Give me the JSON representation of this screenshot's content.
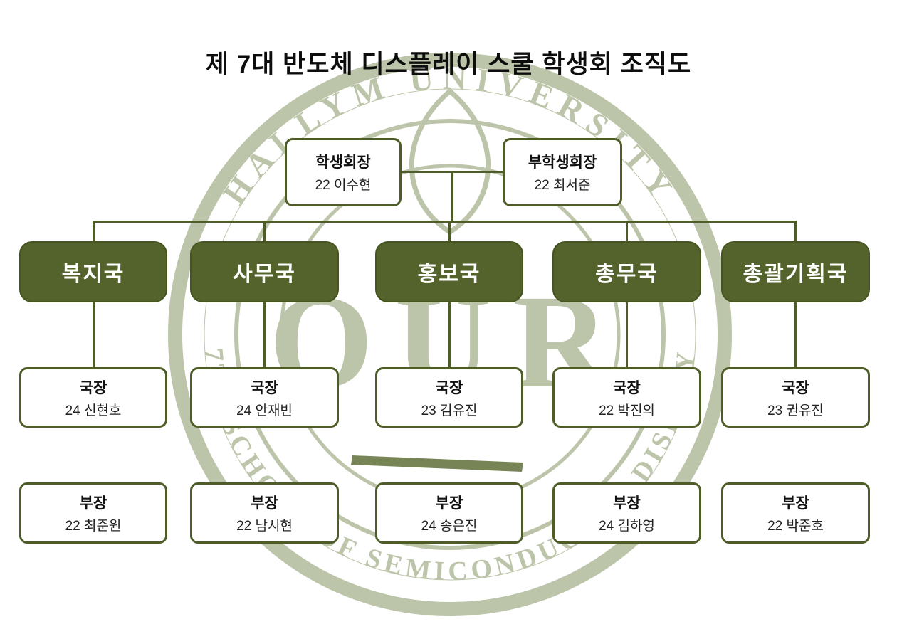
{
  "title": "제 7대 반도체 디스플레이 스쿨 학생회 조직도",
  "leadership": {
    "president": {
      "role": "학생회장",
      "name": "22 이수현"
    },
    "vice_president": {
      "role": "부학생회장",
      "name": "22 최서준"
    }
  },
  "departments": [
    {
      "name": "복지국",
      "director_role": "국장",
      "director_name": "24 신현호",
      "head_role": "부장",
      "head_name": "22 최준원"
    },
    {
      "name": "사무국",
      "director_role": "국장",
      "director_name": "24 안재빈",
      "head_role": "부장",
      "head_name": "22 남시현"
    },
    {
      "name": "홍보국",
      "director_role": "국장",
      "director_name": "23 김유진",
      "head_role": "부장",
      "head_name": "24 송은진"
    },
    {
      "name": "총무국",
      "director_role": "국장",
      "director_name": "22 박진의",
      "head_role": "부장",
      "head_name": "24 김하영"
    },
    {
      "name": "총괄기획국",
      "director_role": "국장",
      "director_name": "23 권유진",
      "head_role": "부장",
      "head_name": "22 박준호"
    }
  ],
  "watermark": {
    "top_arc_text": "HALLYM UNIVERSITY",
    "bottom_arc_text": "7TH SCHOOL OF SEMICONDUCTOR DISPLAY",
    "center_text": "OUR",
    "color": "#7c8d55"
  },
  "colors": {
    "accent_green": "#4e5d27",
    "department_fill": "#53632b"
  }
}
